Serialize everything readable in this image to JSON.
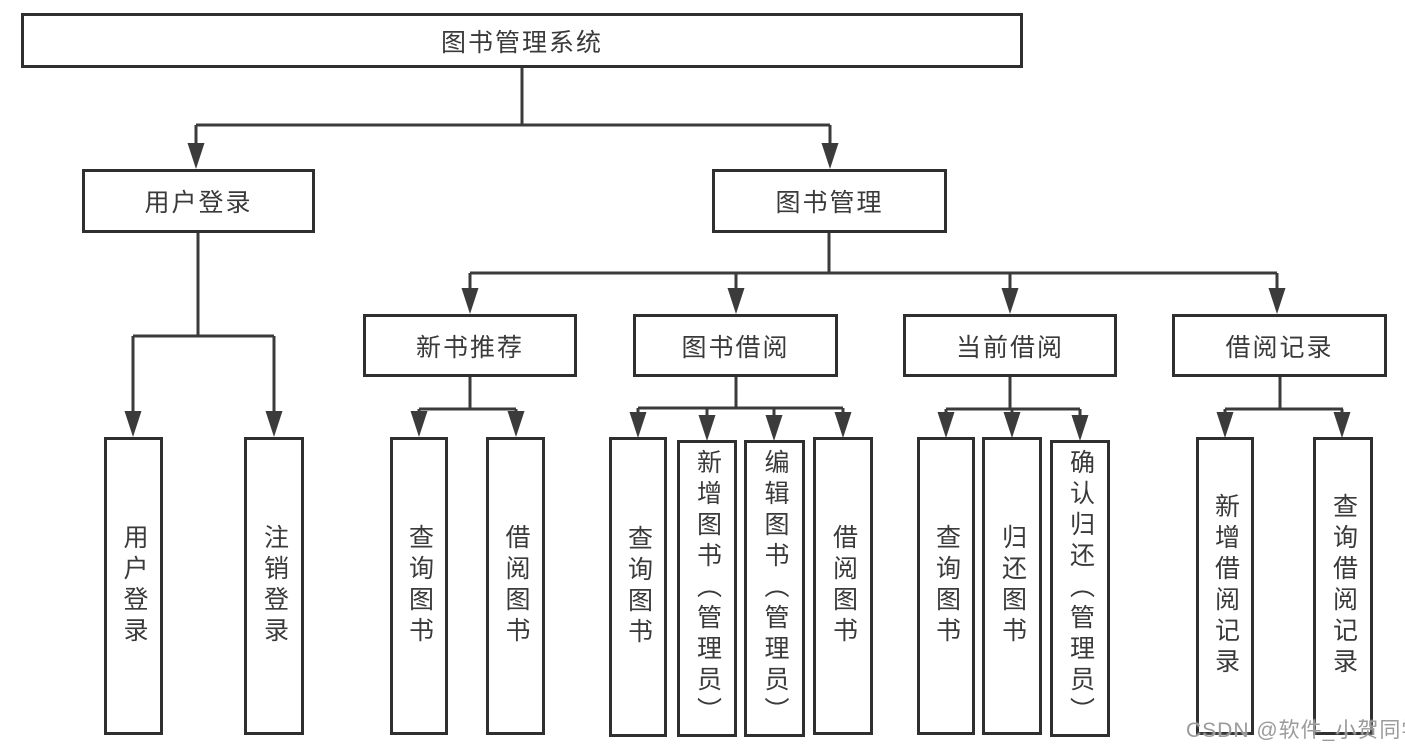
{
  "tree": {
    "label": "图书管理系统",
    "children": [
      {
        "label": "用户登录",
        "children": [
          {
            "label": "用户登录"
          },
          {
            "label": "注销登录"
          }
        ]
      },
      {
        "label": "图书管理",
        "children": [
          {
            "label": "新书推荐",
            "children": [
              {
                "label": "查询图书"
              },
              {
                "label": "借阅图书"
              }
            ]
          },
          {
            "label": "图书借阅",
            "children": [
              {
                "label": "查询图书"
              },
              {
                "label": "新增图书（管理员）"
              },
              {
                "label": "编辑图书（管理员）"
              },
              {
                "label": "借阅图书"
              }
            ]
          },
          {
            "label": "当前借阅",
            "children": [
              {
                "label": "查询图书"
              },
              {
                "label": "归还图书"
              },
              {
                "label": "确认归还（管理员）"
              }
            ]
          },
          {
            "label": "借阅记录",
            "children": [
              {
                "label": "新增借阅记录"
              },
              {
                "label": "查询借阅记录"
              }
            ]
          }
        ]
      }
    ]
  },
  "watermark": {
    "text": "CSDN @软件_小贺同学",
    "color": "#9b9b9b"
  },
  "colors": {
    "line": "#3b3b3b",
    "box_border": "#2f2f2f",
    "text": "#3a3a3a",
    "background": "#ffffff"
  }
}
